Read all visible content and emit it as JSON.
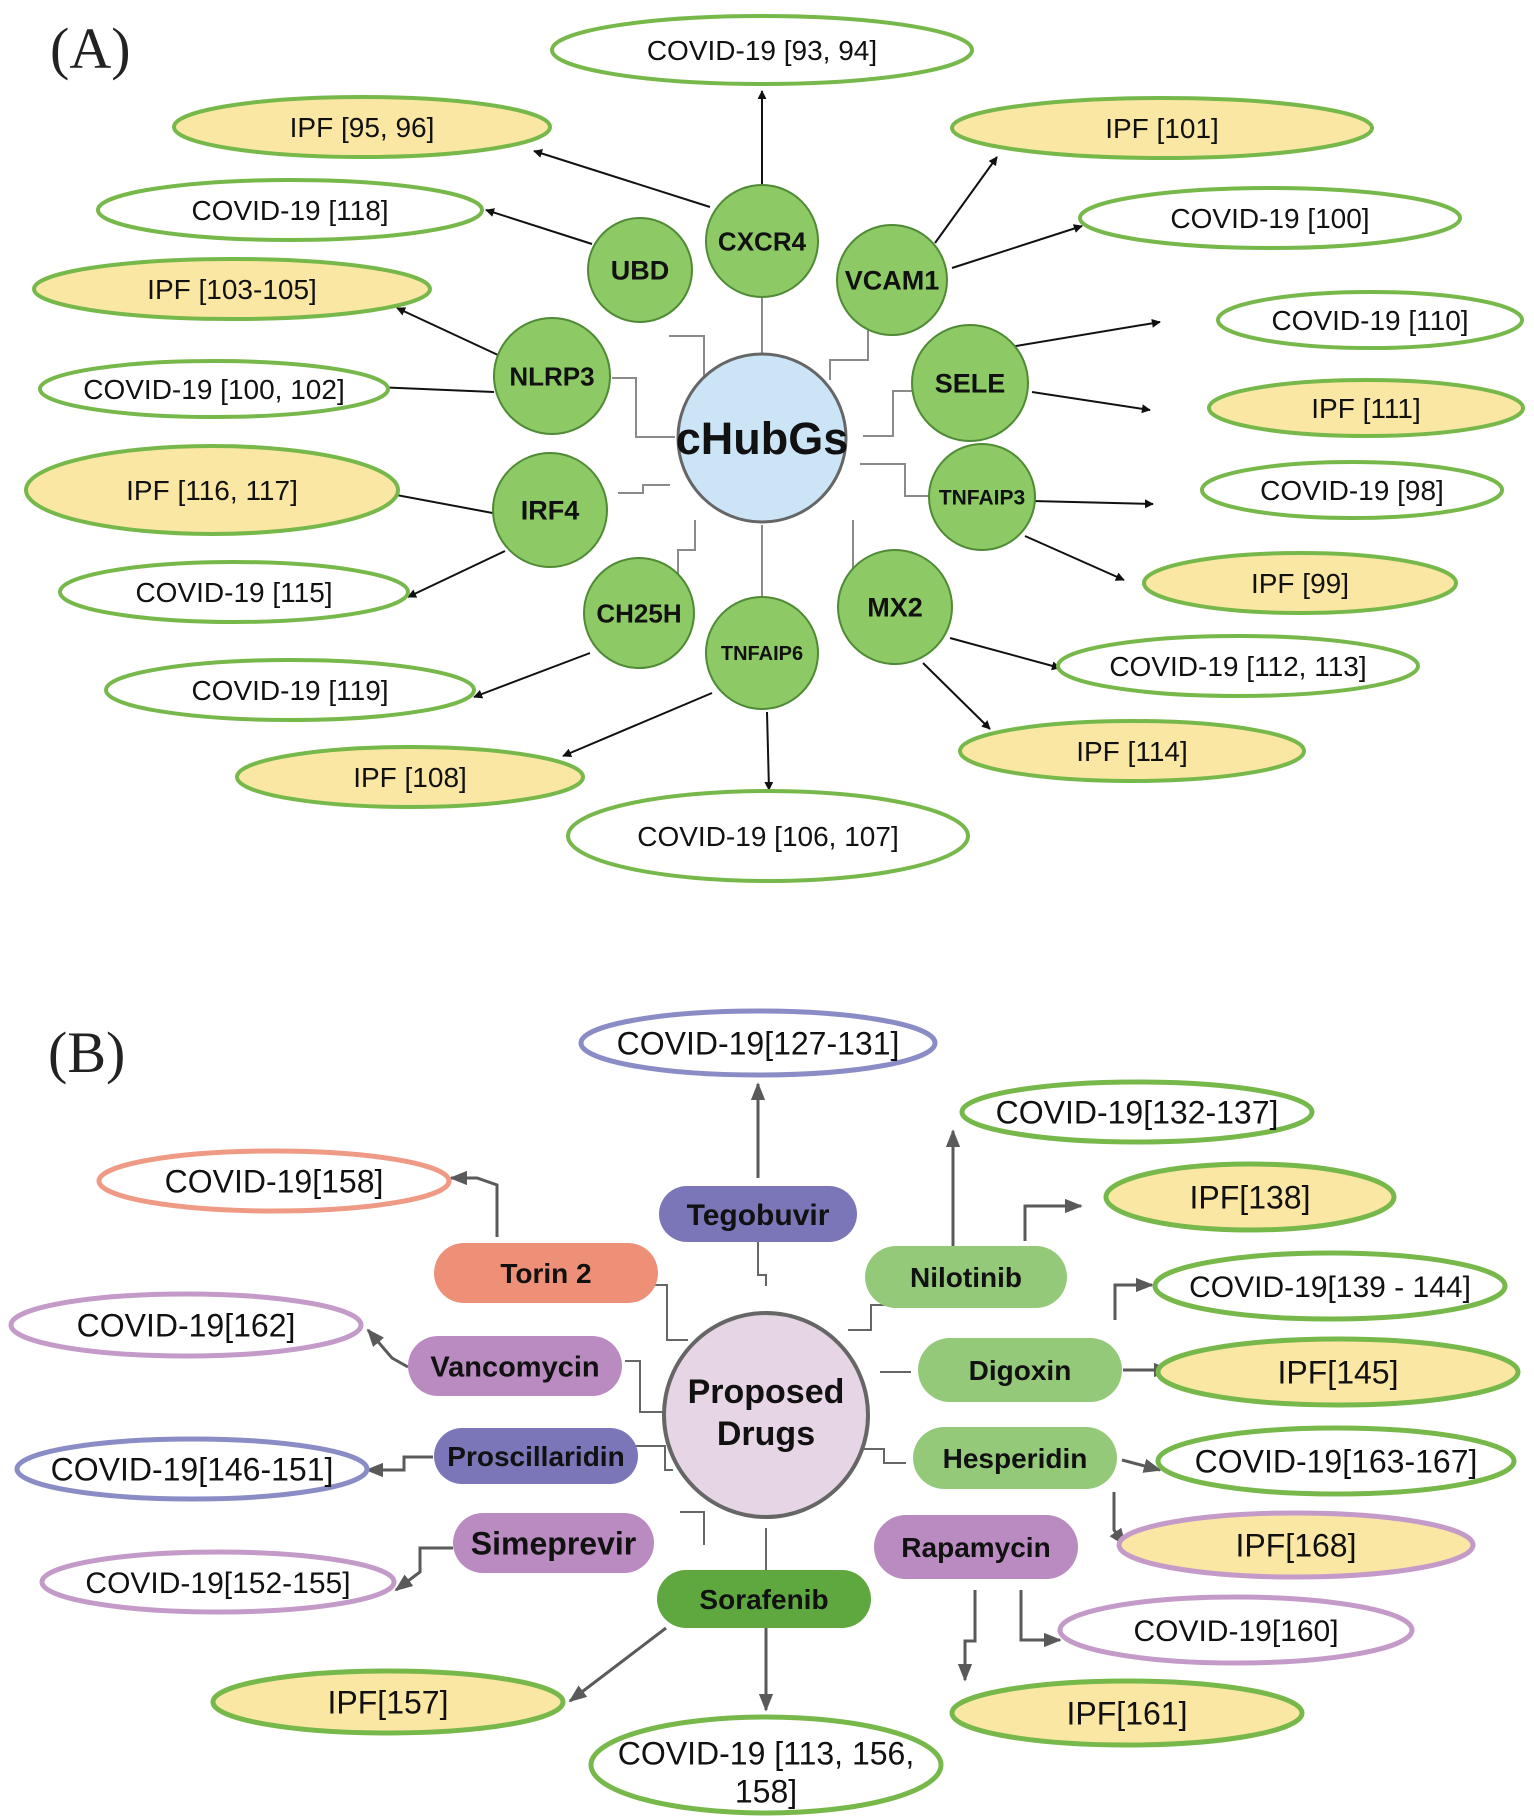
{
  "panel_a": {
    "letter": "(A)",
    "center": "cHubGs",
    "genes": [
      {
        "label": "CXCR4"
      },
      {
        "label": "UBD"
      },
      {
        "label": "VCAM1"
      },
      {
        "label": "NLRP3"
      },
      {
        "label": "SELE"
      },
      {
        "label": "IRF4"
      },
      {
        "label": "TNFAIP3"
      },
      {
        "label": "CH25H"
      },
      {
        "label": "TNFAIP6"
      },
      {
        "label": "MX2"
      }
    ],
    "refs": [
      {
        "label": "COVID-19 [93, 94]",
        "type": "COVID-19"
      },
      {
        "label": "IPF [95, 96]",
        "type": "IPF"
      },
      {
        "label": "IPF [101]",
        "type": "IPF"
      },
      {
        "label": "COVID-19 [118]",
        "type": "COVID-19"
      },
      {
        "label": "COVID-19 [100]",
        "type": "COVID-19"
      },
      {
        "label": "IPF [103-105]",
        "type": "IPF"
      },
      {
        "label": "COVID-19 [110]",
        "type": "COVID-19"
      },
      {
        "label": "COVID-19 [100, 102]",
        "type": "COVID-19"
      },
      {
        "label": "IPF [111]",
        "type": "IPF"
      },
      {
        "label": "IPF [116, 117]",
        "type": "IPF"
      },
      {
        "label": "COVID-19 [98]",
        "type": "COVID-19"
      },
      {
        "label": "COVID-19 [115]",
        "type": "COVID-19"
      },
      {
        "label": "IPF [99]",
        "type": "IPF"
      },
      {
        "label": "COVID-19 [119]",
        "type": "COVID-19"
      },
      {
        "label": "COVID-19 [112, 113]",
        "type": "COVID-19"
      },
      {
        "label": "IPF [108]",
        "type": "IPF"
      },
      {
        "label": "IPF [114]",
        "type": "IPF"
      },
      {
        "label": "COVID-19 [106, 107]",
        "type": "COVID-19"
      }
    ]
  },
  "panel_b": {
    "letter": "(B)",
    "center_lines": [
      "Proposed",
      "Drugs"
    ],
    "drugs": [
      {
        "label": "Tegobuvir"
      },
      {
        "label": "Torin 2"
      },
      {
        "label": "Nilotinib"
      },
      {
        "label": "Vancomycin"
      },
      {
        "label": "Digoxin"
      },
      {
        "label": "Proscillaridin"
      },
      {
        "label": "Hesperidin"
      },
      {
        "label": "Simeprevir"
      },
      {
        "label": "Rapamycin"
      },
      {
        "label": "Sorafenib"
      }
    ],
    "refs": [
      {
        "label": "COVID-19[127-131]",
        "type": "COVID-19"
      },
      {
        "label": "COVID-19[132-137]",
        "type": "COVID-19"
      },
      {
        "label": "COVID-19[158]",
        "type": "COVID-19"
      },
      {
        "label": "IPF[138]",
        "type": "IPF"
      },
      {
        "label": "COVID-19[162]",
        "type": "COVID-19"
      },
      {
        "label": "COVID-19[139 - 144]",
        "type": "COVID-19"
      },
      {
        "label": "IPF[145]",
        "type": "IPF"
      },
      {
        "label": "COVID-19[146-151]",
        "type": "COVID-19"
      },
      {
        "label": "COVID-19[163-167]",
        "type": "COVID-19"
      },
      {
        "label": "IPF[168]",
        "type": "IPF"
      },
      {
        "label": "COVID-19[152-155]",
        "type": "COVID-19"
      },
      {
        "label": "COVID-19[160]",
        "type": "COVID-19"
      },
      {
        "label": "IPF[157]",
        "type": "IPF"
      },
      {
        "label": "IPF[161]",
        "type": "IPF"
      },
      {
        "label": "COVID-19 [113, 156, 158]",
        "type": "COVID-19"
      }
    ]
  },
  "colors": {
    "gene_fill": "#8dc965",
    "gene_stroke": "#4f8a35",
    "ref_stroke": "#77b84a",
    "ipf_fill": "#fbe7a4",
    "hub_fill": "#cbe5f6",
    "drug_center_fill": "#e6d6e5",
    "arrow": "#111111",
    "arrow_b": "#5a5a5a",
    "purple_pill": "#7a76b8",
    "salmon_pill": "#ee8f78",
    "magenta_pill": "#b98bc0",
    "light_green_pill": "#95c97a",
    "dark_green_pill": "#5fa73f"
  }
}
